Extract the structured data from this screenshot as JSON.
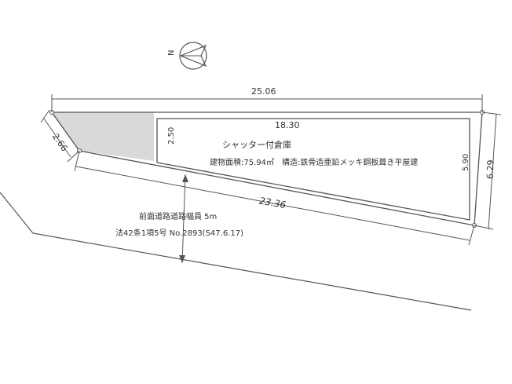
{
  "compass": {
    "north_label": "N"
  },
  "dimensions": {
    "top_width": "25.06",
    "building_top": "18.30",
    "building_left": "2.50",
    "left_edge": "2.66",
    "right_building": "5.90",
    "right_edge": "6.29",
    "bottom_edge": "23.36"
  },
  "building": {
    "name": "シャッター付倉庫",
    "details": "建物面積:75.94㎡　構造:鉄骨造亜鉛メッキ鋼板葺き平屋建"
  },
  "road": {
    "width_label": "前面道路道路幅員 5m",
    "law_label": "法42条1項5号 No.2893(S47.6.17)"
  },
  "colors": {
    "line": "#555555",
    "shade": "#d9d9d9",
    "text": "#333333"
  }
}
